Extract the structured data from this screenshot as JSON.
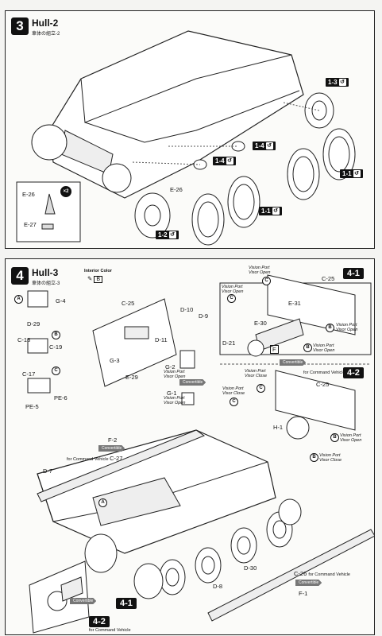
{
  "step3": {
    "number": "3",
    "title": "Hull-2",
    "subtitle": "車体の組立-2",
    "labels": {
      "e26_inset": "E-26",
      "x2": "×2",
      "e27": "E-27",
      "e26": "E-26",
      "tag_1_3": "1-3",
      "tag_1_4a": "1-4",
      "tag_1_4b": "1-4",
      "tag_1_1a": "1-1",
      "tag_1_1b": "1-1",
      "tag_1_2": "1-2"
    }
  },
  "step4": {
    "number": "4",
    "title": "Hull-3",
    "subtitle": "車体の組立-3",
    "interior_color": "Interior Color",
    "color_code": "B",
    "labels": {
      "A": "A",
      "B": "B",
      "C": "C",
      "g4": "G-4",
      "d29": "D-29",
      "c18": "C-18",
      "c19": "C-19",
      "c17": "C-17",
      "pe6": "PE-6",
      "pe5": "PE-5",
      "c25": "C-25",
      "d10": "D-10",
      "d9": "D-9",
      "d11": "D-11",
      "g3": "G-3",
      "e29": "E-29",
      "g2": "G-2",
      "g1": "G-1",
      "vp_open": "Vision Port\nVisor Open",
      "vp_close": "Vision Port\nVisor Close",
      "c25b": "C-25",
      "e31": "E-31",
      "e30": "E-30",
      "d21": "D-21",
      "F": "F",
      "c25c": "C-25",
      "h1": "H-1",
      "for_cmd": "for Command Vehicle",
      "tag_4_1": "4-1",
      "tag_4_2": "4-2",
      "convertible": "Convertible",
      "f2": "F-2",
      "c27": "C-27",
      "d7": "D-7",
      "c26": "C-26",
      "f1": "F-1",
      "d30": "D-30",
      "d8": "D-8"
    }
  },
  "colors": {
    "ink": "#111111",
    "paper": "#fbfbf9",
    "convertible": "#777777"
  }
}
